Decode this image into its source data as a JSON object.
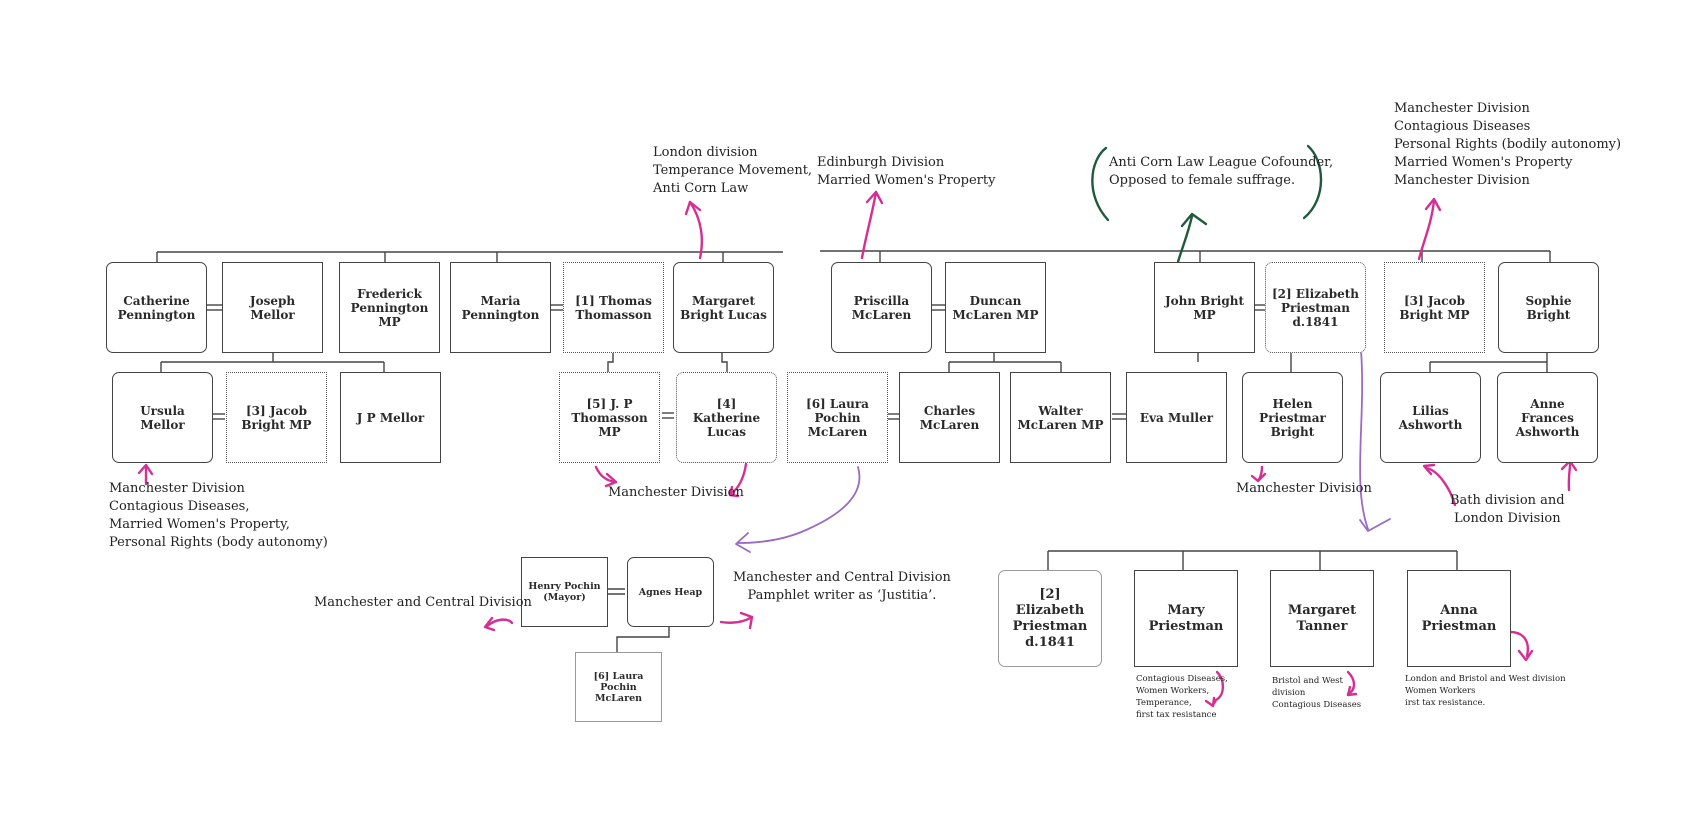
{
  "persons": {
    "catherine_pennington": "Catherine\nPennington",
    "joseph_mellor": "Joseph Mellor",
    "frederick_pennington": "Frederick\nPennington\nMP",
    "maria_pennington": "Maria\nPennington",
    "thomas_thomasson": "[1] Thomas\nThomasson",
    "margaret_bright_lucas": "Margaret\nBright Lucas",
    "priscilla_mclaren": "Priscilla\nMcLaren",
    "duncan_mclaren": "Duncan\nMcLaren MP",
    "john_bright": "John Bright\nMP",
    "elizabeth_priestman_top": "[2] Elizabeth\nPriestman\nd.1841",
    "jacob_bright_top": "[3] Jacob\nBright MP",
    "sophie_bright": "Sophie Bright",
    "ursula_mellor": "Ursula Mellor",
    "jacob_bright_row2": "[3] Jacob\nBright MP",
    "jp_mellor": "J P Mellor",
    "jp_thomasson": "[5] J. P\nThomasson\nMP",
    "katherine_lucas": "[4] Katherine\nLucas",
    "laura_pochin_row2": "[6] Laura\nPochin\nMcLaren",
    "charles_mclaren": "Charles\nMcLaren",
    "walter_mclaren": "Walter\nMcLaren MP",
    "eva_muller": "Eva Muller",
    "helen_priestman_bright": "Helen\nPriestmar\nBright",
    "lilias_ashworth": "Lilias\nAshworth",
    "anne_frances_ashworth": "Anne Frances\nAshworth",
    "henry_pochin": "Henry Pochin\n(Mayor)",
    "agnes_heap": "Agnes Heap",
    "laura_pochin_bottom": "[6] Laura\nPochin\nMcLaren",
    "elizabeth_priestman_bottom": "[2] Elizabeth\nPriestman\nd.1841",
    "mary_priestman": "Mary\nPriestman",
    "margaret_tanner": "Margaret\nTanner",
    "anna_priestman": "Anna\nPriestman"
  },
  "notes": {
    "london_temperance": "London division\nTemperance Movement,\nAnti Corn Law",
    "edinburgh": "Edinburgh Division\nMarried Women's Property",
    "anti_corn_law": "Anti Corn Law League Cofounder,\nOpposed to female suffrage.",
    "jacob_bright": "Manchester Division\nContagious Diseases\nPersonal Rights (bodily autonomy)\nMarried Women's Property\nManchester Division",
    "ursula": "Manchester Division\nContagious Diseases,\nMarried Women's Property,\nPersonal Rights (body autonomy)",
    "manchester_mid": "Manchester Division",
    "manchester_helen": "Manchester Division",
    "bath_london": "Bath division and\nLondon Division",
    "manchester_central_left": "Manchester and Central Division",
    "manchester_central_right": "Manchester and Central Division\nPamphlet writer as ‘Justitia’.",
    "mary": "Contagious Diseases,\nWomen Workers,\nTemperance,\nfirst tax resistance",
    "margaret_tanner": "Bristol and West\ndivision\nContagious Diseases",
    "anna": "London and Bristol and West division\nWomen Workers\nirst tax resistance."
  },
  "colors": {
    "magenta": "#d62f93",
    "green": "#1f5a3c",
    "purple": "#9a6ac4",
    "line": "#444444"
  }
}
